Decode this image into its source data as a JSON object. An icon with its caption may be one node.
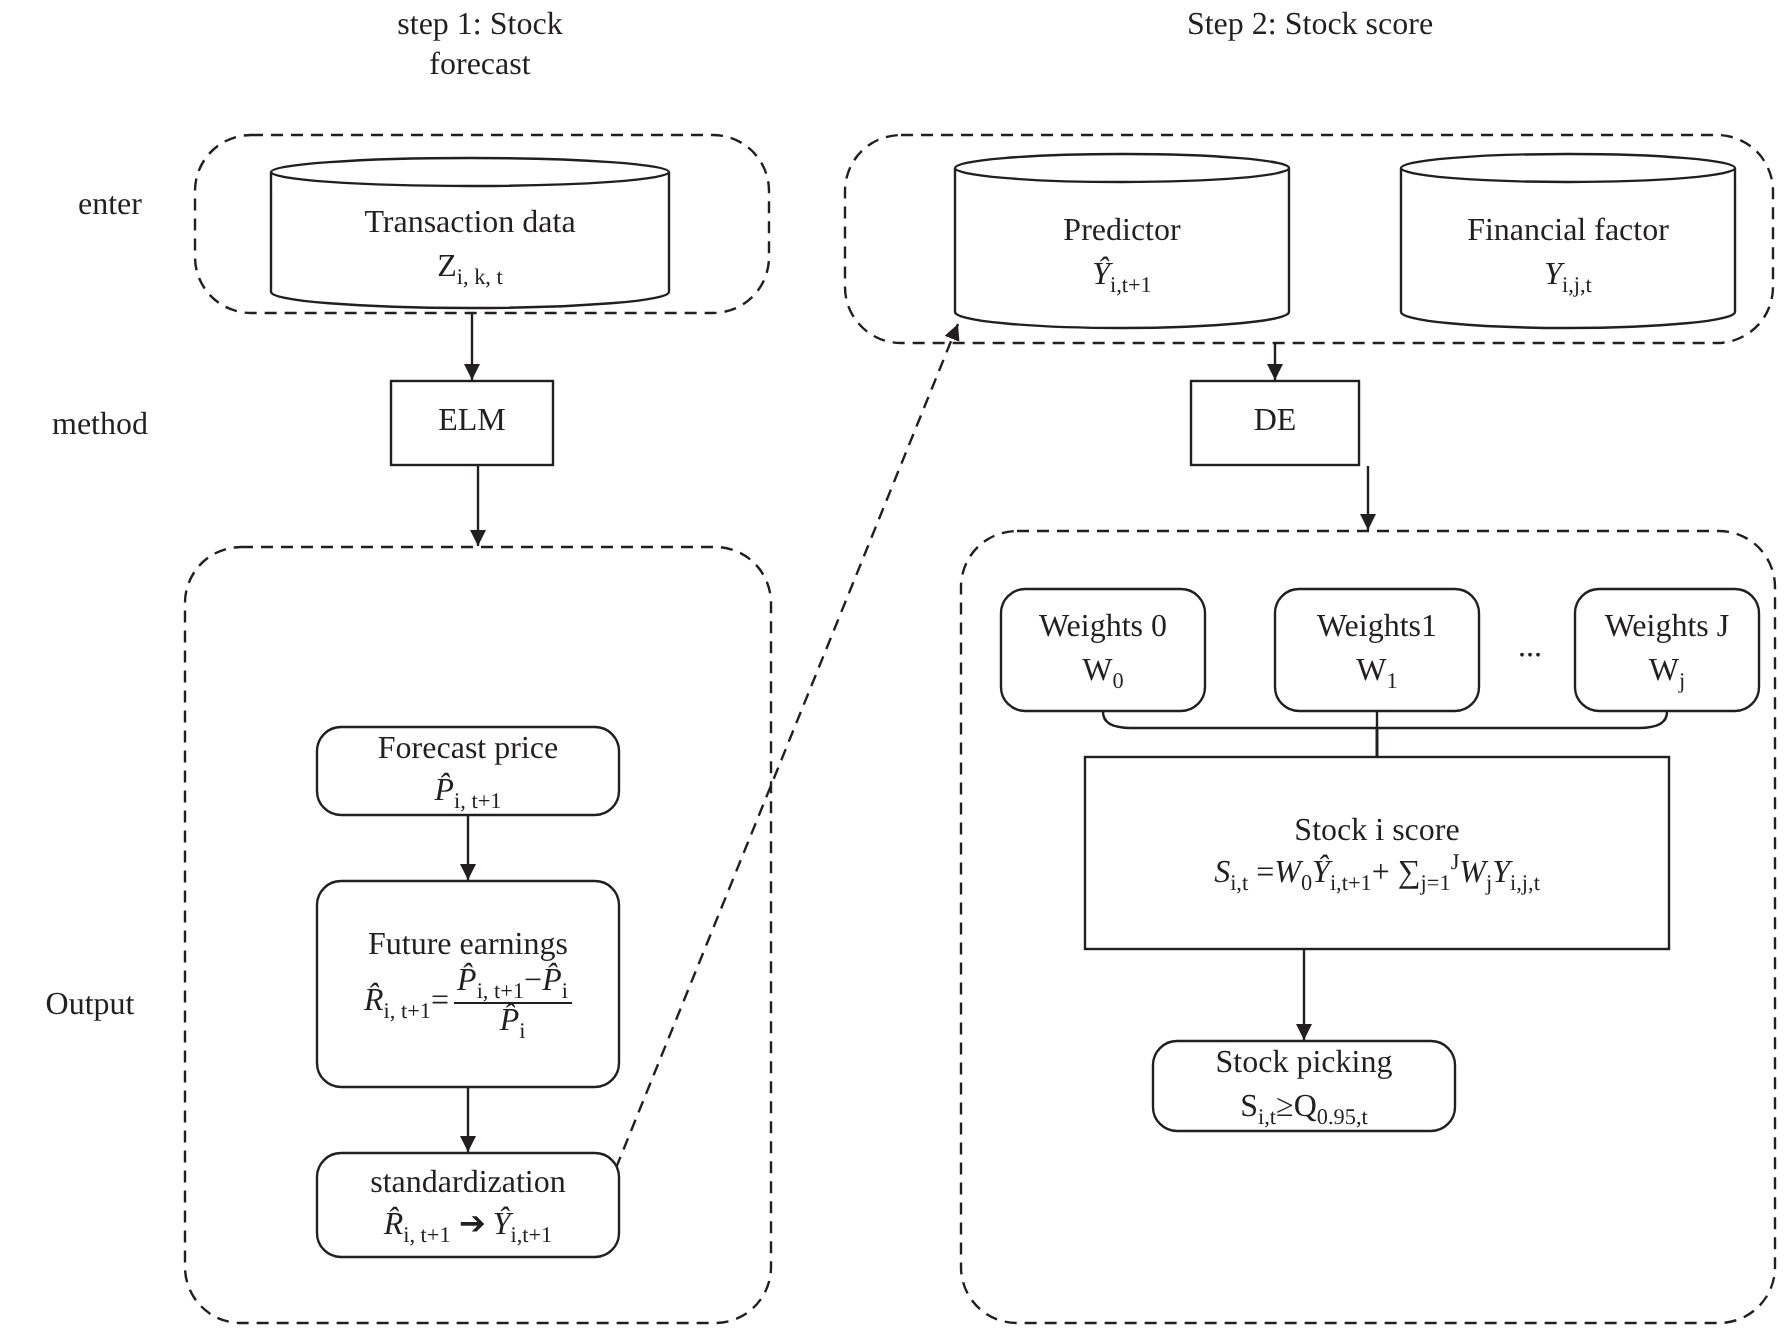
{
  "diagram": {
    "nodes": [
      {
        "text": [],
        "shape": "box"
      },
      {
        "text": [
          "Transaction data",
          "Z$_{i, k, t}$"
        ],
        "in": 0
      },
      {
        "text": [
          "ELM"
        ]
      },
      {
        "text": [],
        "shape": "box"
      },
      {
        "text": [
          "Forecast price",
          "*P̂*$_{i, t+1}$"
        ],
        "in": 3
      },
      {
        "text": [
          "Future earnings",
          "*R̂*$_{i, t+1}$=",
          "*P̂*$_{i, t+1}$−*P̂*$_{i}$",
          "*P̂*$_{i}$"
        ],
        "in": 3
      },
      {
        "text": [
          "standardization",
          "*R̂*$_{i, t+1}$ ➔ *Ŷ*$_{i,t+1}$"
        ],
        "in": 3
      },
      {
        "text": [],
        "shape": "box"
      },
      {
        "text": [
          "Predictor",
          "*Ŷ*$_{i,t+1}$"
        ],
        "in": 7
      },
      {
        "text": [
          "Financial factor",
          "*Y*$_{i,j,t}$"
        ],
        "in": 7
      },
      {
        "text": [
          "DE"
        ]
      },
      {
        "text": [],
        "shape": "box"
      },
      {
        "text": [
          "Weights 0",
          "W$_{0}$"
        ],
        "in": 11
      },
      {
        "text": [
          "Weights1",
          "W$_{1}$"
        ],
        "in": 11
      },
      {
        "text": [
          "Weights J",
          "W$_{j}$"
        ],
        "in": 11
      },
      {
        "text": [
          "Stock i score",
          "*S*$_{i,t}$ =*W*$_{0}$*Ŷ*$_{i,t+1}$+ ∑$_{j=1}$$^{J}$*W*$_{j}$*Y*$_{i,j,t}$"
        ],
        "in": 11
      },
      {
        "text": [
          "Stock picking",
          "S$_{i,t}$≥Q$_{0.95,t}$"
        ],
        "in": 11
      }
    ],
    "edges": [
      {
        "from": 0,
        "to": 2,
        "arrow": "to"
      },
      {
        "from": 2,
        "to": 3,
        "arrow": "to"
      },
      {
        "from": 4,
        "to": 5,
        "arrow": "to"
      },
      {
        "from": 5,
        "to": 6,
        "arrow": "to"
      },
      {
        "from": 6,
        "to": 8,
        "arrow": "to",
        "style": "dashed"
      },
      {
        "from": 7,
        "to": 10,
        "arrow": "to"
      },
      {
        "from": 10,
        "to": 11,
        "arrow": "to"
      },
      {
        "from": 12,
        "to": 15,
        "arrow": "none"
      },
      {
        "from": 13,
        "to": 15,
        "arrow": "none"
      },
      {
        "from": 14,
        "to": 15,
        "arrow": "none"
      },
      {
        "from": 15,
        "to": 16,
        "arrow": "to"
      }
    ],
    "labels": [
      "step 1: Stock forecast",
      "Step 2: Stock score",
      "enter",
      "method",
      "Output",
      "..."
    ]
  }
}
